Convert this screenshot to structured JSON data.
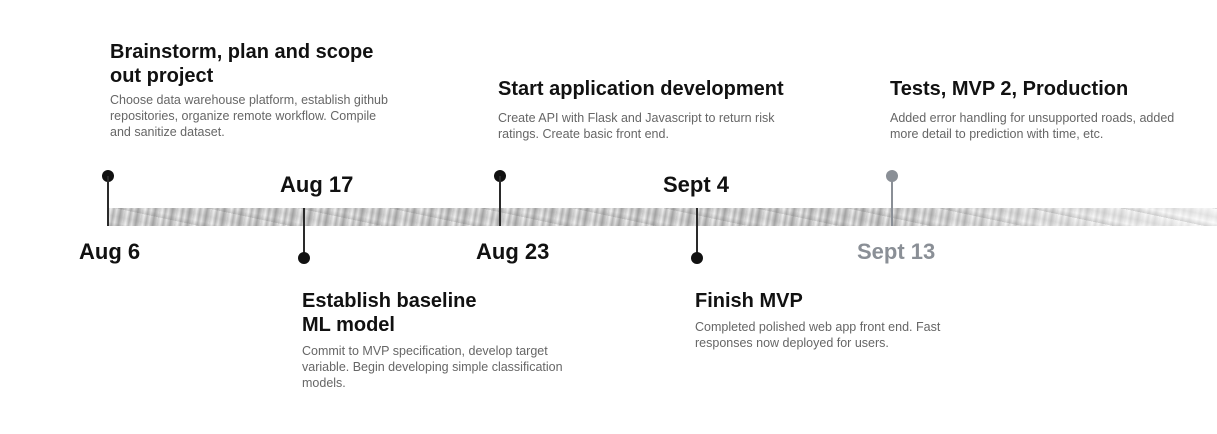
{
  "milestones": [
    {
      "date": "Aug 6",
      "title": "Brainstorm, plan and scope out project",
      "description": "Choose  data warehouse platform, establish github repositories, organize  remote workflow. Compile and sanitize dataset."
    },
    {
      "date": "Aug 17",
      "title": "Establish baseline ML model",
      "description": "Commit to MVP specification, develop target variable. Begin developing simple classification models."
    },
    {
      "date": "Aug 23",
      "title": "Start application development",
      "description": "Create API with Flask and Javascript to return risk ratings. Create basic front end."
    },
    {
      "date": "Sept 4",
      "title": "Finish MVP",
      "description": "Completed polished web app front end. Fast responses now deployed for users."
    },
    {
      "date": "Sept 13",
      "title": "Tests, MVP 2, Production",
      "description": "Added error handling for unsupported roads, added more detail to prediction with time, etc."
    }
  ],
  "colors": {
    "active": "#111111",
    "upcoming": "#8a8f96",
    "description": "#666666"
  }
}
